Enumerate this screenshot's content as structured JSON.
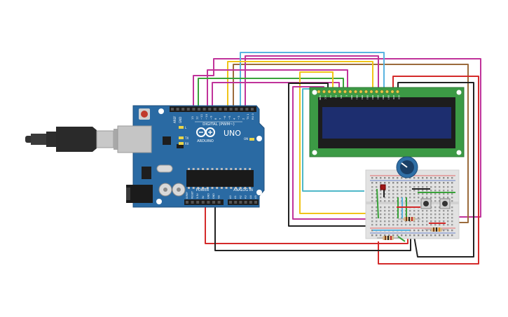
{
  "arduino": {
    "logo": "ARDUINO",
    "model": "UNO",
    "digital_label": "DIGITAL (PWM~)",
    "power_label": "POWER",
    "analog_label": "ANALOG IN",
    "on_label": "ON",
    "tx_label": "TX",
    "rx_label": "RX",
    "l_label": "L",
    "aref_label": "AREF",
    "gnd_label": "GND",
    "digital_pins": [
      "13",
      "12",
      "~11",
      "~10",
      "~9",
      "8",
      "7",
      "~6",
      "~5",
      "4",
      "~3",
      "2",
      "TX 1",
      "RX 0"
    ],
    "power_pins": [
      "IOREF",
      "RESET",
      "3.3V",
      "5V",
      "GND",
      "GND",
      "Vin"
    ],
    "analog_pins": [
      "A0",
      "A1",
      "A2",
      "A3",
      "A4",
      "A5"
    ]
  },
  "lcd": {
    "pin_labels": [
      "GND",
      "VCC",
      "V0",
      "RS",
      "RW",
      "E",
      "DB0",
      "DB1",
      "DB2",
      "DB3",
      "DB4",
      "DB5",
      "DB6",
      "DB7",
      "LED",
      "LED"
    ]
  },
  "colors": {
    "board": "#2a6aa3",
    "lcd_pcb": "#3c9a45",
    "lcd_screen": "#1d2e6f",
    "wire_red": "#d42a2a",
    "wire_black": "#222222",
    "wire_magenta": "#c0339a",
    "wire_green": "#3aa33a",
    "wire_yellow": "#f0c419",
    "wire_blue": "#5ab4e0",
    "wire_brown": "#9b6b3c",
    "wire_cyan": "#4fb8c8"
  }
}
